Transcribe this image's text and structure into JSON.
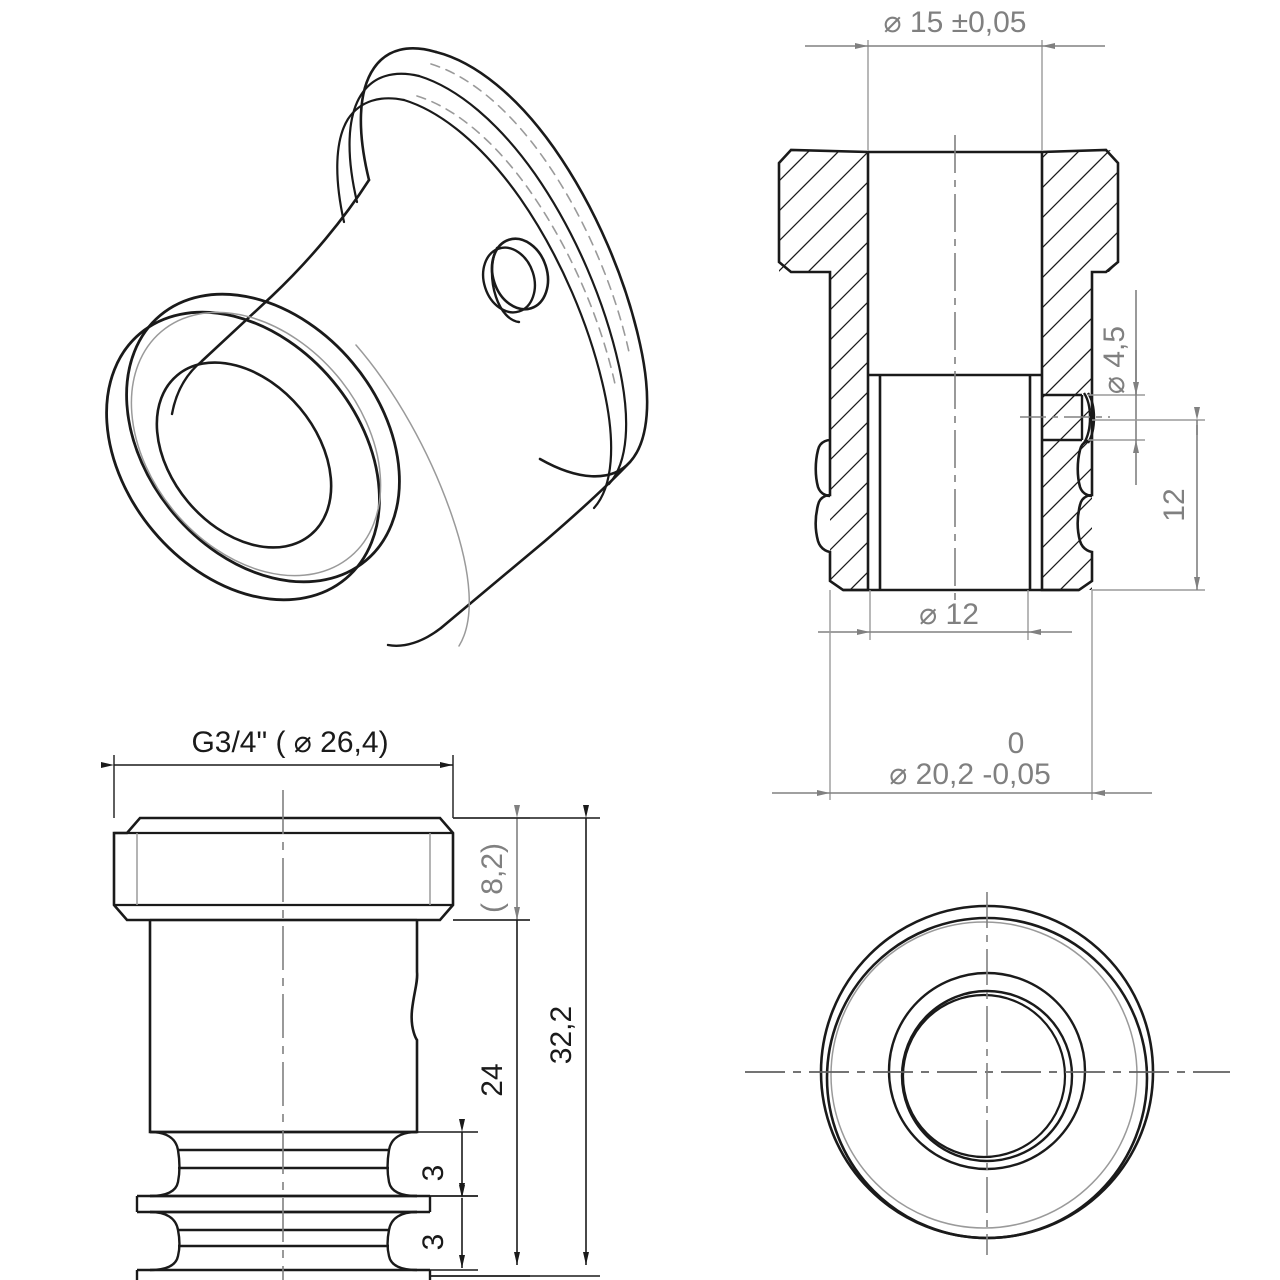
{
  "drawing": {
    "type": "mechanical-engineering-drawing",
    "description": "Technical drawing of a cylindrical pipe fitting / hose nipple with G3/4\" threaded flange, cross hole and two retaining grooves",
    "background_color": "#ffffff",
    "line_color": "#1a1a1a",
    "dim_color_gray": "#808080",
    "dim_color_black": "#1a1a1a",
    "hidden_line_color": "#999999"
  },
  "views": {
    "isometric": {
      "name": "Isometric 3D view",
      "position": "top-left"
    },
    "section": {
      "name": "Sectional front view",
      "position": "top-right"
    },
    "front": {
      "name": "Front elevation view",
      "position": "bottom-left"
    },
    "end": {
      "name": "End / plan view",
      "position": "bottom-right"
    }
  },
  "dimensions": {
    "section_top": {
      "label": "⌀ 15 ±0,05",
      "value": "15",
      "tolerance": "±0,05",
      "view": "section",
      "orientation": "horizontal"
    },
    "cross_hole": {
      "label": "⌀ 4,5",
      "value": "4,5",
      "view": "section",
      "orientation": "vertical-rotated"
    },
    "groove_depth": {
      "label": "12",
      "value": "12",
      "view": "section",
      "orientation": "vertical-rotated"
    },
    "bore": {
      "label": "⌀ 12",
      "value": "12",
      "view": "section",
      "orientation": "horizontal"
    },
    "outer_dia": {
      "label": "⌀ 20,2 -0,05",
      "value": "20,2",
      "tolerance_upper": "0",
      "tolerance_lower": "-0,05",
      "view": "section",
      "orientation": "horizontal"
    },
    "thread": {
      "label": "G3/4\" ( ⌀ 26,4)",
      "thread_spec": "G3/4\"",
      "pitch_dia": "26,4",
      "view": "front",
      "orientation": "horizontal"
    },
    "flange_height": {
      "label": "( 8,2)",
      "value": "8,2",
      "reference": true,
      "view": "front",
      "orientation": "vertical-rotated"
    },
    "body_length": {
      "label": "24",
      "value": "24",
      "view": "front",
      "orientation": "vertical-rotated"
    },
    "total_length": {
      "label": "32,2",
      "value": "32,2",
      "view": "front",
      "orientation": "vertical-rotated"
    },
    "groove_1": {
      "label": "3",
      "value": "3",
      "view": "front",
      "orientation": "vertical-rotated"
    },
    "groove_2": {
      "label": "3",
      "value": "3",
      "view": "front",
      "orientation": "vertical-rotated"
    }
  }
}
